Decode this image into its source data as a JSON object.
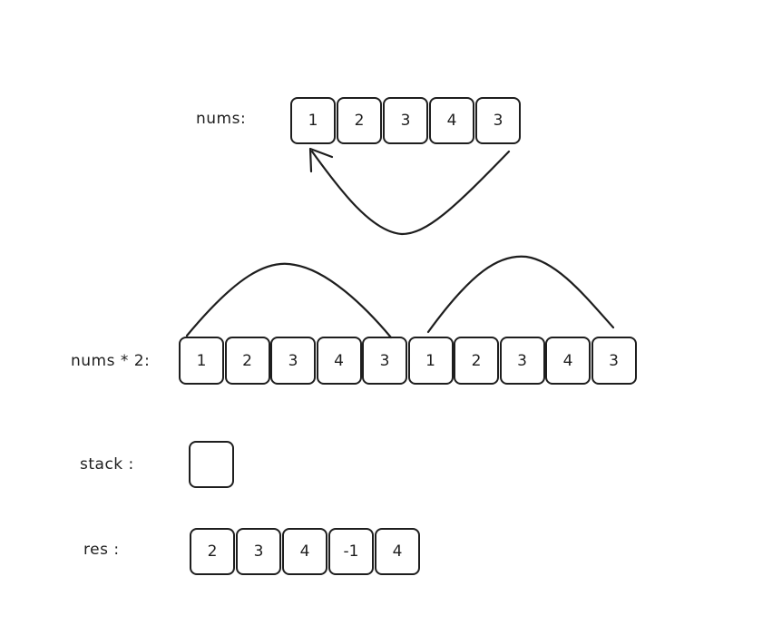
{
  "nums": {
    "label": "nums:",
    "values": [
      "1",
      "2",
      "3",
      "4",
      "3"
    ]
  },
  "nums_doubled": {
    "label": "nums * 2:",
    "values": [
      "1",
      "2",
      "3",
      "4",
      "3",
      "1",
      "2",
      "3",
      "4",
      "3"
    ]
  },
  "stack": {
    "label": "stack :",
    "values": [
      ""
    ]
  },
  "res": {
    "label": "res :",
    "values": [
      "2",
      "3",
      "4",
      "-1",
      "4"
    ]
  }
}
